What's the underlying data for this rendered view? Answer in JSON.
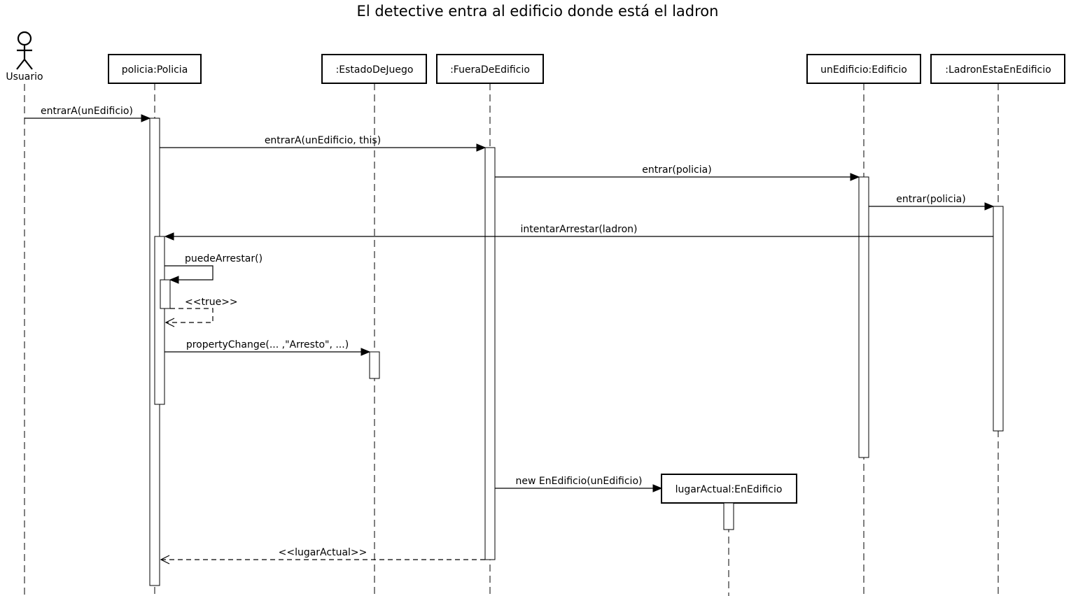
{
  "title": "El detective entra al edificio donde está el ladron",
  "participants": {
    "usuario": "Usuario",
    "policia": "policia:Policia",
    "estado": ":EstadoDeJuego",
    "fuera": ":FueraDeEdificio",
    "edificio": "unEdificio:Edificio",
    "ladron": ":LadronEstaEnEdificio",
    "lugar": "lugarActual:EnEdificio"
  },
  "messages": {
    "m1": "entrarA(unEdificio)",
    "m2": "entrarA(unEdificio, this)",
    "m3": "entrar(policia)",
    "m4": "entrar(policia)",
    "m5": "intentarArrestar(ladron)",
    "m6": "puedeArrestar()",
    "m7": "<<true>>",
    "m8": "propertyChange(... ,\"Arresto\", ...)",
    "m9": "new EnEdificio(unEdificio)",
    "m10": "<<lugarActual>>"
  }
}
